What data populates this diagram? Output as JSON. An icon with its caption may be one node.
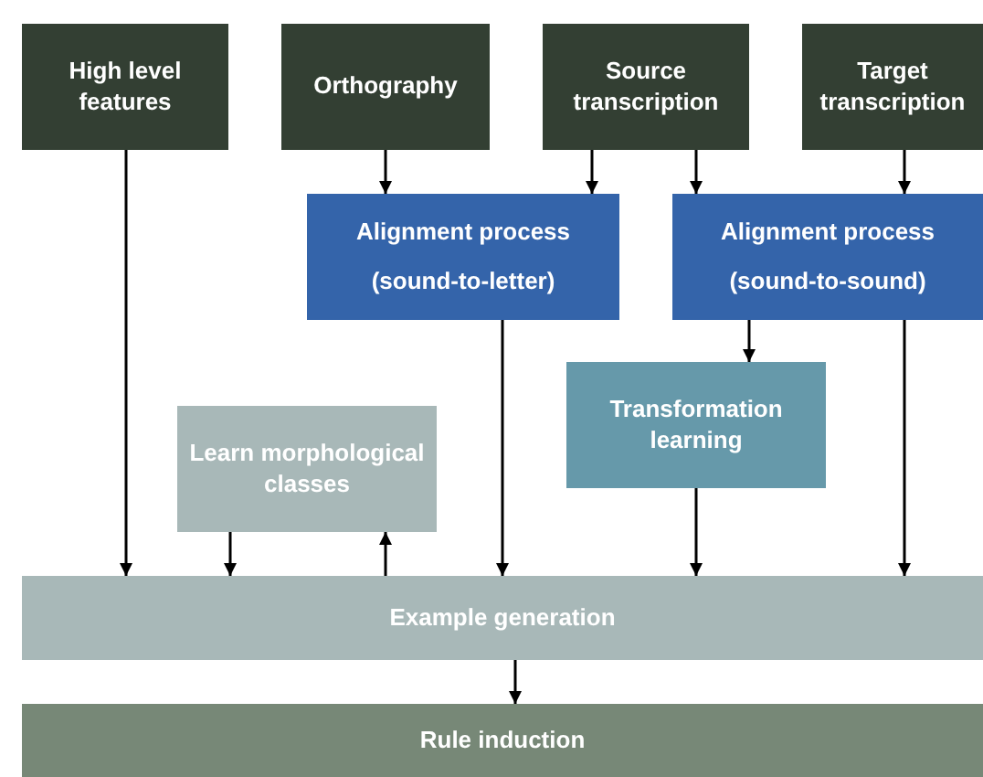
{
  "diagram": {
    "nodes": [
      {
        "text": [
          "High level features"
        ]
      },
      {
        "text": [
          "Orthography"
        ]
      },
      {
        "text": [
          "Source transcription"
        ]
      },
      {
        "text": [
          "Target transcription"
        ]
      },
      {
        "text": [
          "Alignment process",
          "(sound-to-letter)"
        ]
      },
      {
        "text": [
          "Alignment process",
          "(sound-to-sound)"
        ]
      },
      {
        "text": [
          "Transformation learning"
        ]
      },
      {
        "text": [
          "Learn morphological classes"
        ]
      },
      {
        "text": [
          "Example generation"
        ]
      },
      {
        "text": [
          "Rule induction"
        ]
      }
    ],
    "edges": [
      {
        "from": 0,
        "to": 8,
        "arrow": "to"
      },
      {
        "from": 1,
        "to": 4,
        "arrow": "to"
      },
      {
        "from": 2,
        "to": 4,
        "arrow": "to"
      },
      {
        "from": 2,
        "to": 5,
        "arrow": "to"
      },
      {
        "from": 3,
        "to": 5,
        "arrow": "to"
      },
      {
        "from": 4,
        "to": 8,
        "arrow": "to"
      },
      {
        "from": 5,
        "to": 6,
        "arrow": "to"
      },
      {
        "from": 5,
        "to": 8,
        "arrow": "to"
      },
      {
        "from": 6,
        "to": 8,
        "arrow": "to"
      },
      {
        "from": 7,
        "to": 8,
        "arrow": "to"
      },
      {
        "from": 8,
        "to": 7,
        "arrow": "to"
      },
      {
        "from": 8,
        "to": 9,
        "arrow": "to"
      }
    ]
  }
}
